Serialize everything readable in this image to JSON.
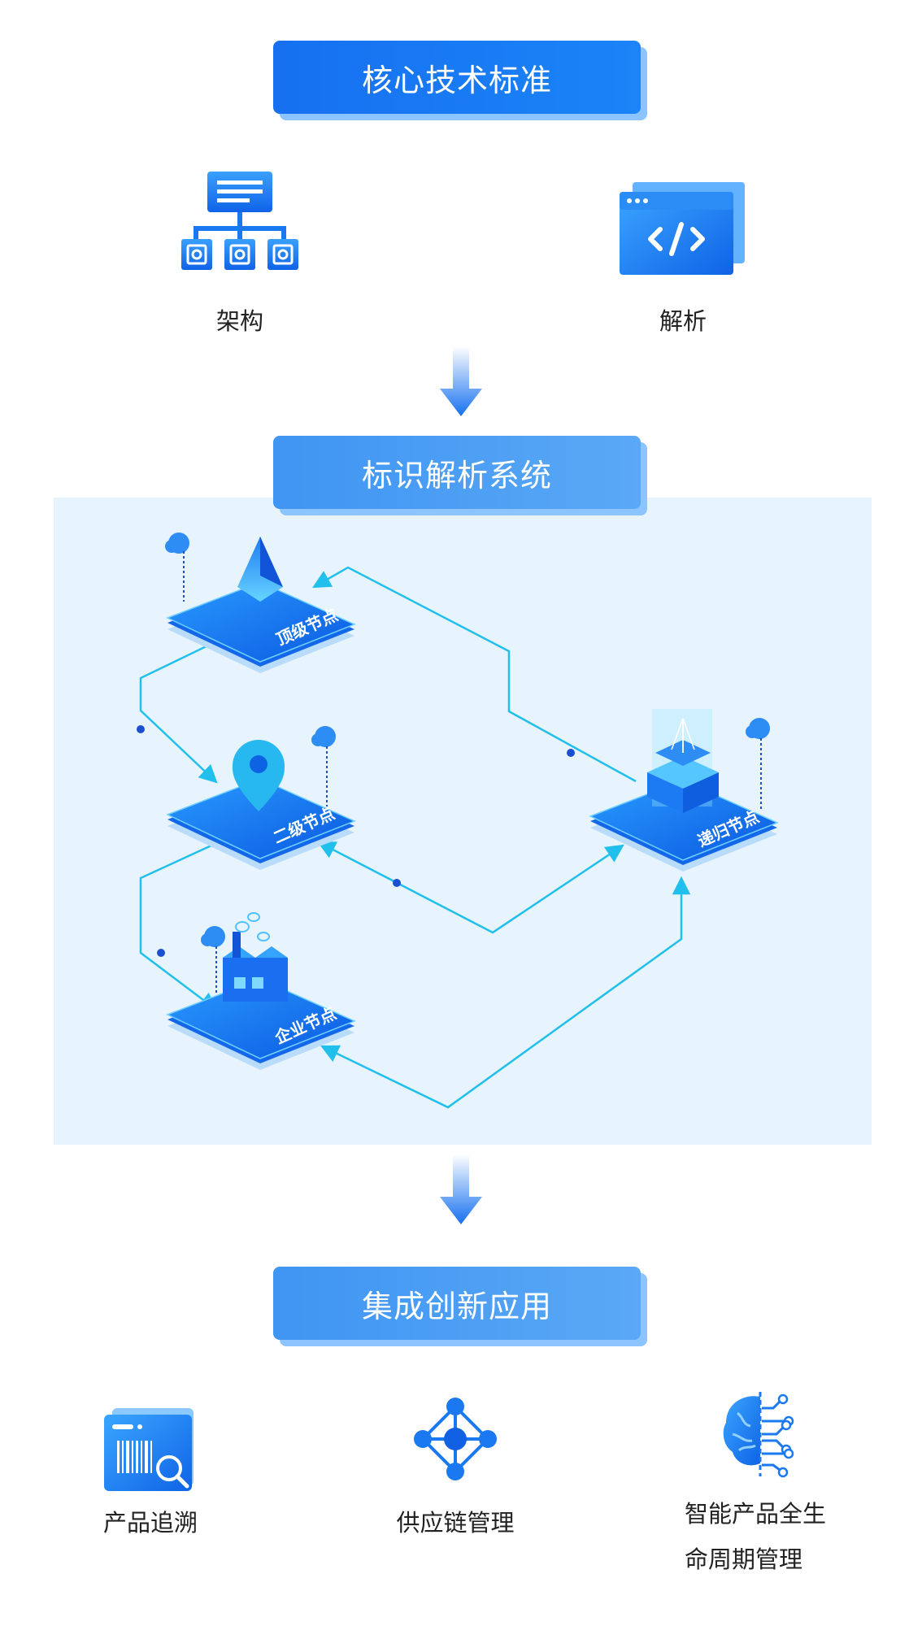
{
  "sections": {
    "core_standard": "核心技术标准",
    "resolution_system": "标识解析系统",
    "integrated_apps": "集成创新应用"
  },
  "core_items": [
    {
      "label": "架构",
      "icon": "architecture-icon"
    },
    {
      "label": "解析",
      "icon": "code-window-icon"
    }
  ],
  "nodes": {
    "top": "顶级节点",
    "secondary": "二级节点",
    "enterprise": "企业节点",
    "recursive": "递归节点"
  },
  "apps": [
    {
      "label": "产品追溯",
      "icon": "barcode-search-icon"
    },
    {
      "label": "供应链管理",
      "icon": "network-hub-icon"
    },
    {
      "label_line1": "智能产品全生",
      "label_line2": "命周期管理",
      "icon": "brain-circuit-icon"
    }
  ],
  "colors": {
    "primary": "#1670f0",
    "light_primary": "#4a9ef5",
    "connector": "#21c0ec",
    "panel": "#e8f4fd"
  }
}
